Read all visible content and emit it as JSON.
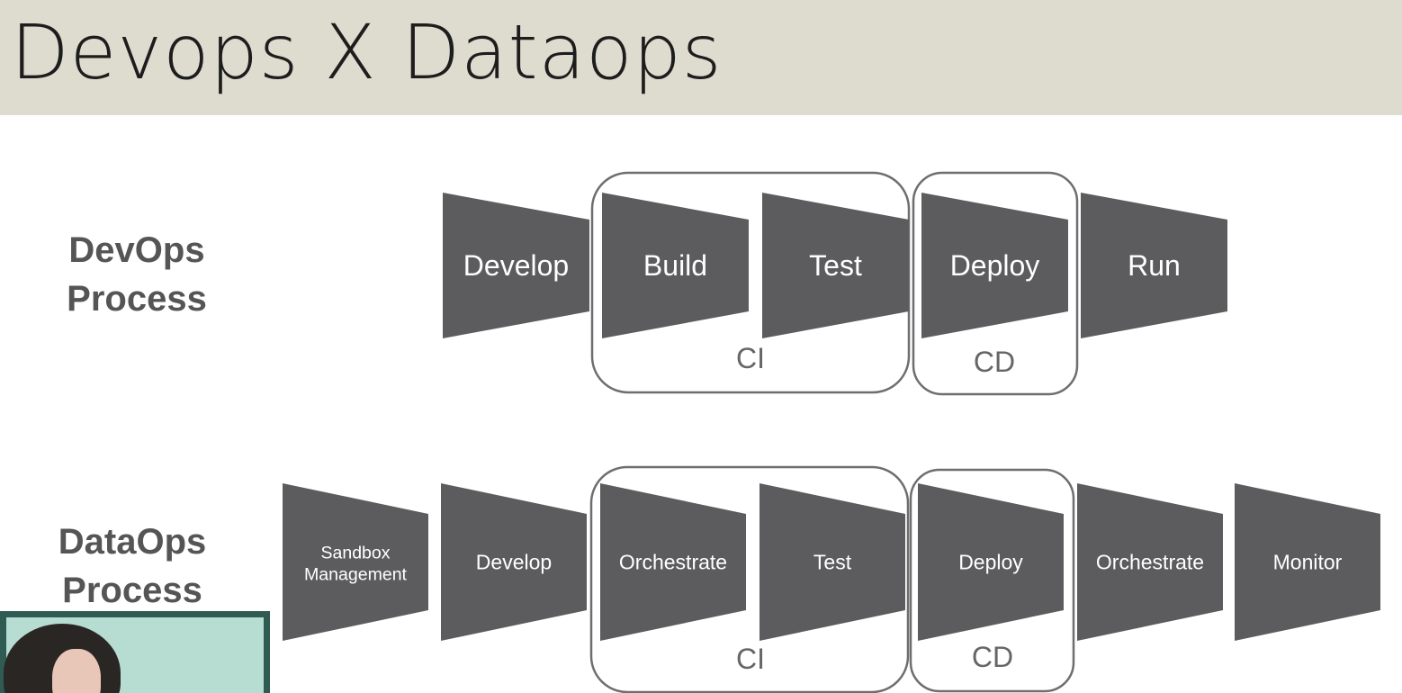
{
  "slide": {
    "title": "Devops X Dataops"
  },
  "devops": {
    "label_line1": "DevOps",
    "label_line2": "Process",
    "stages": [
      "Develop",
      "Build",
      "Test",
      "Deploy",
      "Run"
    ],
    "ci_label": "CI",
    "cd_label": "CD"
  },
  "dataops": {
    "label_line1": "DataOps",
    "label_line2": "Process",
    "stages": [
      [
        "Sandbox",
        "Management"
      ],
      [
        "Develop"
      ],
      [
        "Orchestrate"
      ],
      [
        "Test"
      ],
      [
        "Deploy"
      ],
      [
        "Orchestrate"
      ],
      [
        "Monitor"
      ]
    ],
    "ci_label": "CI",
    "cd_label": "CD"
  },
  "colors": {
    "stage_fill": "#5c5c5e",
    "stage_text": "#ffffff",
    "group_border": "#6e6e6e",
    "label_text": "#555555",
    "title_band": "#dedbcf"
  },
  "icons": {
    "webcam": "presenter-webcam-thumbnail"
  }
}
